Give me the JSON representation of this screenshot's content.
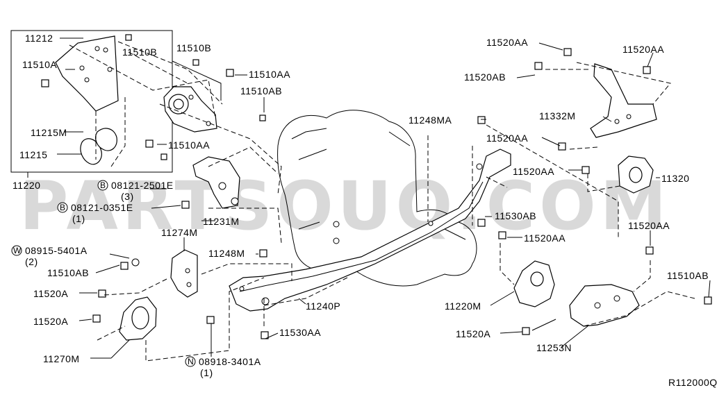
{
  "watermark": "PARTSOUQ.COM",
  "drawing_code": "R112000Q",
  "labels": {
    "p11212": "11212",
    "p11510B_a": "11510B",
    "p11510B_b": "11510B",
    "p11510A": "11510A",
    "p11510AA_a": "11510AA",
    "p11510AB_a": "11510AB",
    "p11215M": "11215M",
    "p11215": "11215",
    "p11510AA_b": "11510AA",
    "p11220": "11220",
    "p08121_2501E": "08121-2501E",
    "p08121_2501E_qty": "(3)",
    "p08121_0351E": "08121-0351E",
    "p08121_0351E_qty": "(1)",
    "p11231M": "11231M",
    "p11274M": "11274M",
    "p08915_5401A": "08915-5401A",
    "p08915_5401A_qty": "(2)",
    "p11510AB_b": "11510AB",
    "p11248M": "11248M",
    "p11520A_a": "11520A",
    "p11520A_b": "11520A",
    "p11270M": "11270M",
    "p08918_3401A": "08918-3401A",
    "p08918_3401A_qty": "(1)",
    "p11530AA": "11530AA",
    "p11240P": "11240P",
    "p11248MA": "11248MA",
    "p11530AB": "11530AB",
    "p11520AA_a": "11520AA",
    "p11520AB": "11520AB",
    "p11520AA_b": "11520AA",
    "p11332M": "11332M",
    "p11520AA_c": "11520AA",
    "p11520AA_d": "11520AA",
    "p11320": "11320",
    "p11520AA_e": "11520AA",
    "p11520AA_f": "11520AA",
    "p11510AB_c": "11510AB",
    "p11220M": "11220M",
    "p11520A_c": "11520A",
    "p11253N": "11253N"
  },
  "prefix_symbols": {
    "b1": "B",
    "b2": "B",
    "w": "W",
    "n": "N"
  }
}
